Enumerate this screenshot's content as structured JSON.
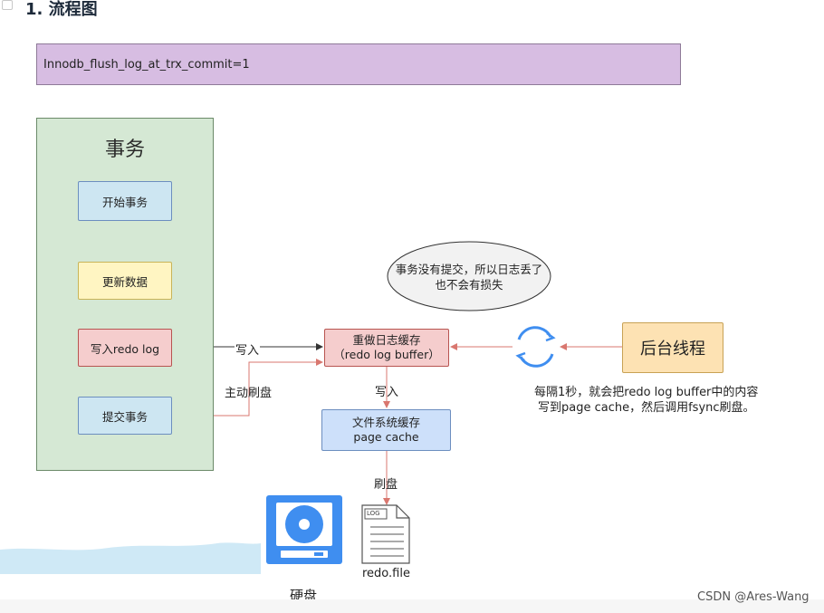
{
  "heading": "1. 流程图",
  "param_setting": "Innodb_flush_log_at_trx_commit=1",
  "transaction": {
    "title": "事务",
    "steps": [
      "开始事务",
      "更新数据",
      "写入redo log",
      "提交事务"
    ]
  },
  "labels": {
    "write": "写入",
    "active_flush": "主动刷盘",
    "write2": "写入",
    "flush": "刷盘"
  },
  "redo_buffer": {
    "line1": "重做日志缓存",
    "line2": "（redo log buffer）"
  },
  "page_cache": {
    "line1": "文件系统缓存",
    "line2": "page cache"
  },
  "thought_bubble": {
    "line1": "事务没有提交，所以日志丢了",
    "line2": "也不会有损失"
  },
  "background_thread": "后台线程",
  "note": {
    "line1": "每隔1秒，就会把redo log buffer中的内容",
    "line2": "写到page cache，然后调用fsync刷盘。"
  },
  "disk_label": "硬盘",
  "file_icon_tag": "LOG",
  "file_label": "redo.file",
  "watermark": "CSDN @Ares-Wang",
  "colors": {
    "param_box": "#d7bde2",
    "transaction_panel": "#d5e8d4",
    "blue_box": "#cde6f2",
    "yellow_box": "#fff5c2",
    "red_box": "#f5cdcd",
    "orange_box": "#fde2b3",
    "red_arrow": "#d9776f",
    "disk_blue": "#3f8ef0"
  }
}
